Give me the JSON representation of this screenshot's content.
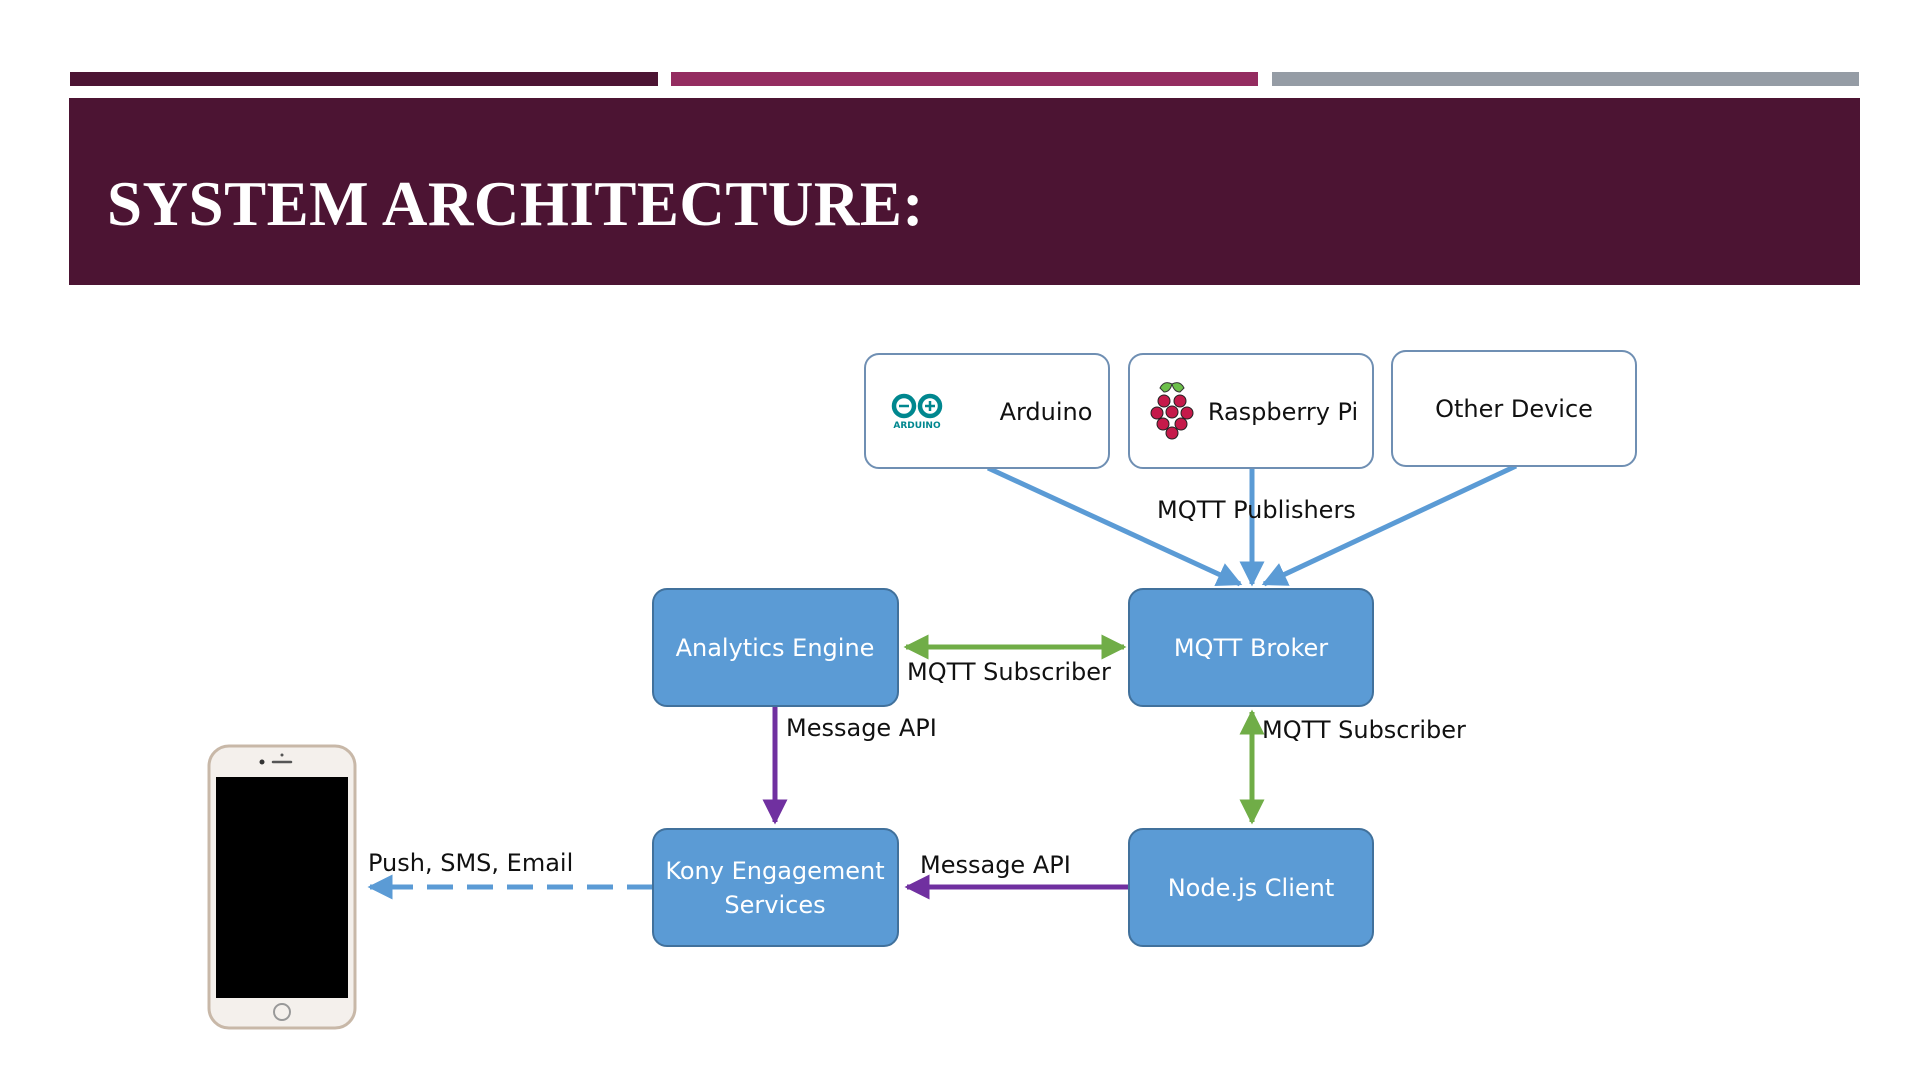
{
  "slide": {
    "title": "SYSTEM ARCHITECTURE:"
  },
  "colors": {
    "title_band": "#4c1433",
    "bar_1": "#4c1433",
    "bar_2": "#942c60",
    "bar_3": "#959ca5",
    "node_fill": "#5b9bd5",
    "node_border": "#41719c",
    "device_border": "#6f8fb3",
    "publisher_arrow": "#5b9bd5",
    "subscriber_arrow": "#70ad47",
    "message_api_arrow": "#7030a0",
    "notification_arrow": "#5b9bd5"
  },
  "devices": {
    "arduino": {
      "label": "Arduino",
      "logo_text": "ARDUINO",
      "icon": "arduino-logo-icon"
    },
    "raspberry": {
      "label": "Raspberry Pi",
      "icon": "raspberry-pi-logo-icon"
    },
    "other": {
      "label": "Other Device"
    }
  },
  "nodes": {
    "analytics": {
      "label": "Analytics Engine"
    },
    "broker": {
      "label": "MQTT Broker"
    },
    "kony": {
      "label_line1": "Kony Engagement",
      "label_line2": "Services"
    },
    "nodejs": {
      "label": "Node.js Client"
    }
  },
  "edges": {
    "publishers": "MQTT Publishers",
    "analytics_broker": "MQTT Subscriber",
    "broker_nodejs": "MQTT Subscriber",
    "analytics_kony": "Message API",
    "nodejs_kony": "Message API",
    "kony_phone": "Push, SMS, Email"
  },
  "phone": {
    "icon": "smartphone-icon"
  }
}
